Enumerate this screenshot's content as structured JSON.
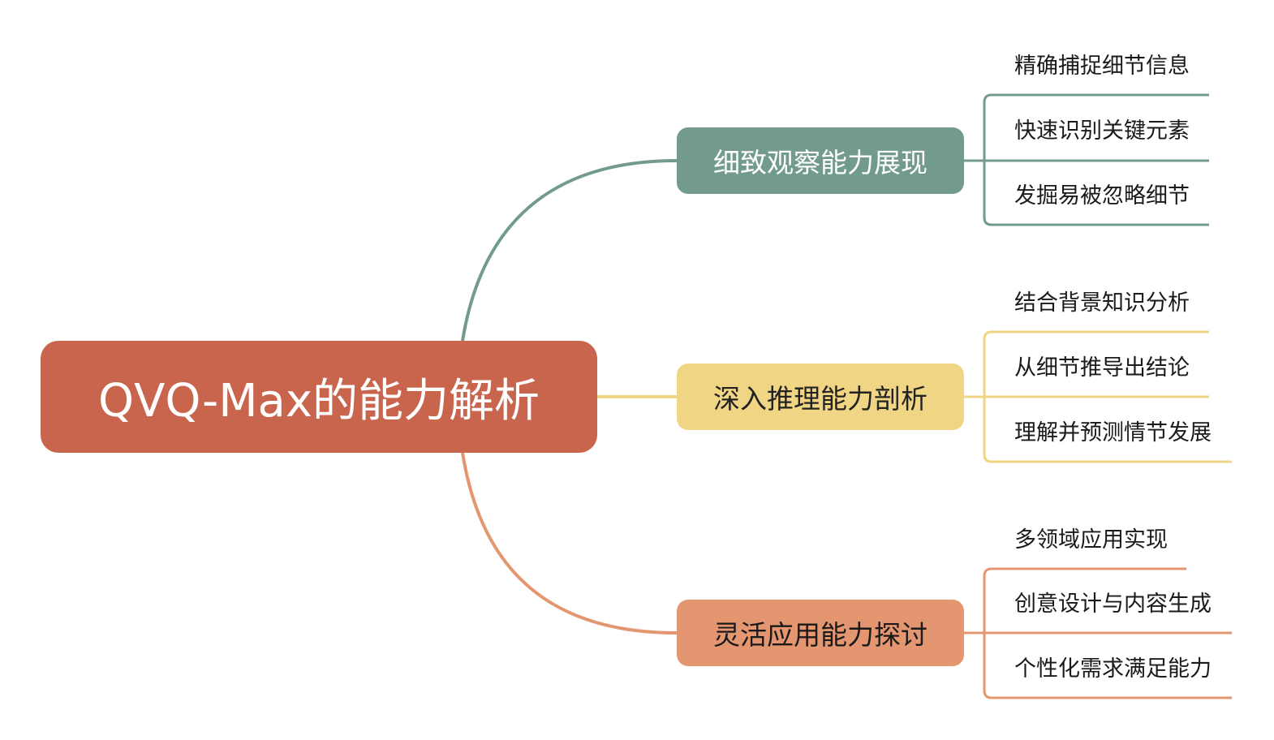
{
  "root": {
    "label": "QVQ-Max的能力解析",
    "color": "#c9644d",
    "text_color": "#ffffff"
  },
  "branches": [
    {
      "label": "细致观察能力展现",
      "color": "#729b8b",
      "text_color": "#ffffff",
      "leaves": [
        "精确捕捉细节信息",
        "快速识别关键元素",
        "发掘易被忽略细节"
      ]
    },
    {
      "label": "深入推理能力剖析",
      "color": "#f0d585",
      "text_color": "#222222",
      "leaves": [
        "结合背景知识分析",
        "从细节推导出结论",
        "理解并预测情节发展"
      ]
    },
    {
      "label": "灵活应用能力探讨",
      "color": "#e39670",
      "text_color": "#1a1a1a",
      "leaves": [
        "多领域应用实现",
        "创意设计与内容生成",
        "个性化需求满足能力"
      ]
    }
  ]
}
